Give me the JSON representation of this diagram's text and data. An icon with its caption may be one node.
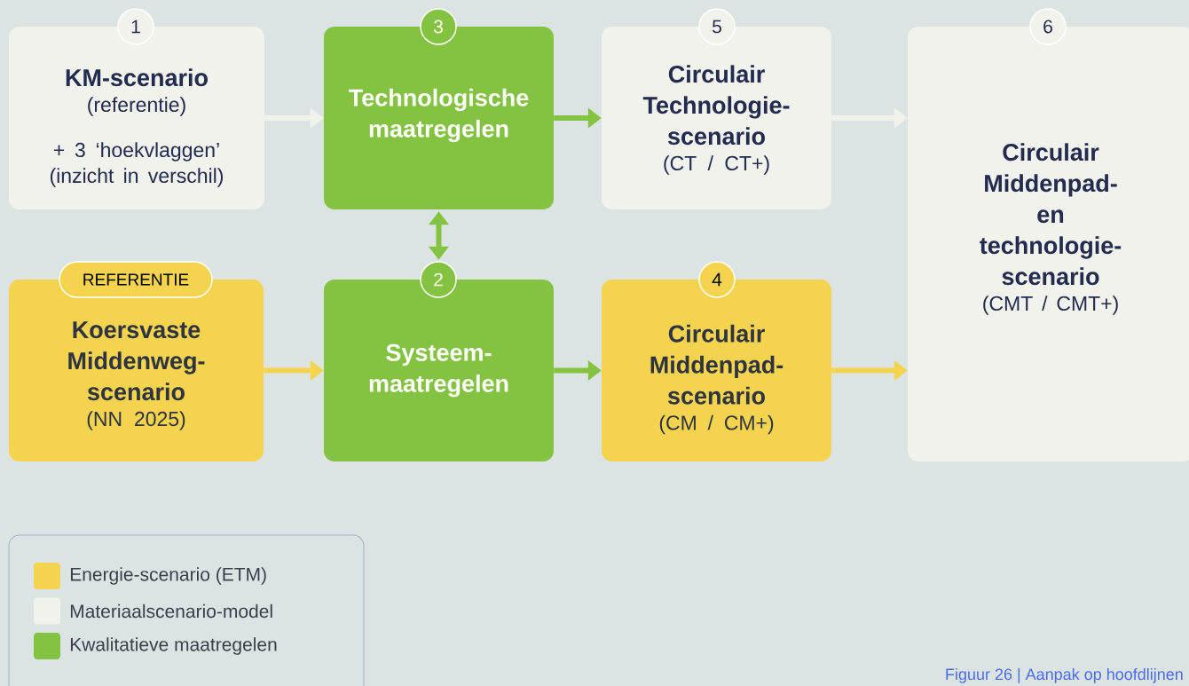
{
  "diagram": {
    "caption": "Figuur 26 | Aanpak op hoofdlijnen",
    "nodes": [
      {
        "text": [
          "KM-scenario",
          "(referentie)",
          "+ 3 ‘hoekvlaggen’ (inzicht in verschil)"
        ],
        "beside": [
          "1"
        ]
      },
      {
        "text": [
          "Technologische maatregelen"
        ],
        "beside": [
          "3"
        ]
      },
      {
        "text": [
          "Circulair Technologie-scenario",
          "(CT / CT+)"
        ],
        "beside": [
          "5"
        ]
      },
      {
        "text": [
          "Circulair Middenpad- en technologie-scenario",
          "(CMT / CMT+)"
        ],
        "beside": [
          "6"
        ]
      },
      {
        "text": [
          "Koersvaste Middenweg-scenario",
          "(NN 2025)"
        ],
        "beside": [
          "REFERENTIE"
        ]
      },
      {
        "text": [
          "Systeem-maatregelen"
        ],
        "beside": [
          "2"
        ]
      },
      {
        "text": [
          "Circulair Middenpad-scenario",
          "(CM / CM+)"
        ],
        "beside": [
          "4"
        ]
      }
    ],
    "edges": [
      {
        "from": 0,
        "to": 1,
        "arrow": "to",
        "color": "#f2f2ec"
      },
      {
        "from": 1,
        "to": 2,
        "arrow": "to"
      },
      {
        "from": 2,
        "to": 3,
        "arrow": "to",
        "color": "#f2f2ec"
      },
      {
        "from": 1,
        "to": 5,
        "arrow": "both"
      },
      {
        "from": 4,
        "to": 5,
        "arrow": "to",
        "color": "#f4d34f"
      },
      {
        "from": 5,
        "to": 6,
        "arrow": "to"
      },
      {
        "from": 6,
        "to": 3,
        "arrow": "to",
        "color": "#f4d34f"
      }
    ],
    "legend": [
      {
        "text": "Energie-scenario (ETM)",
        "color": "#f4d34f"
      },
      {
        "text": "Materiaalscenario-model",
        "color": "#f2f2ec"
      },
      {
        "text": "Kwalitatieve maatregelen",
        "color": "#84c242"
      }
    ]
  }
}
